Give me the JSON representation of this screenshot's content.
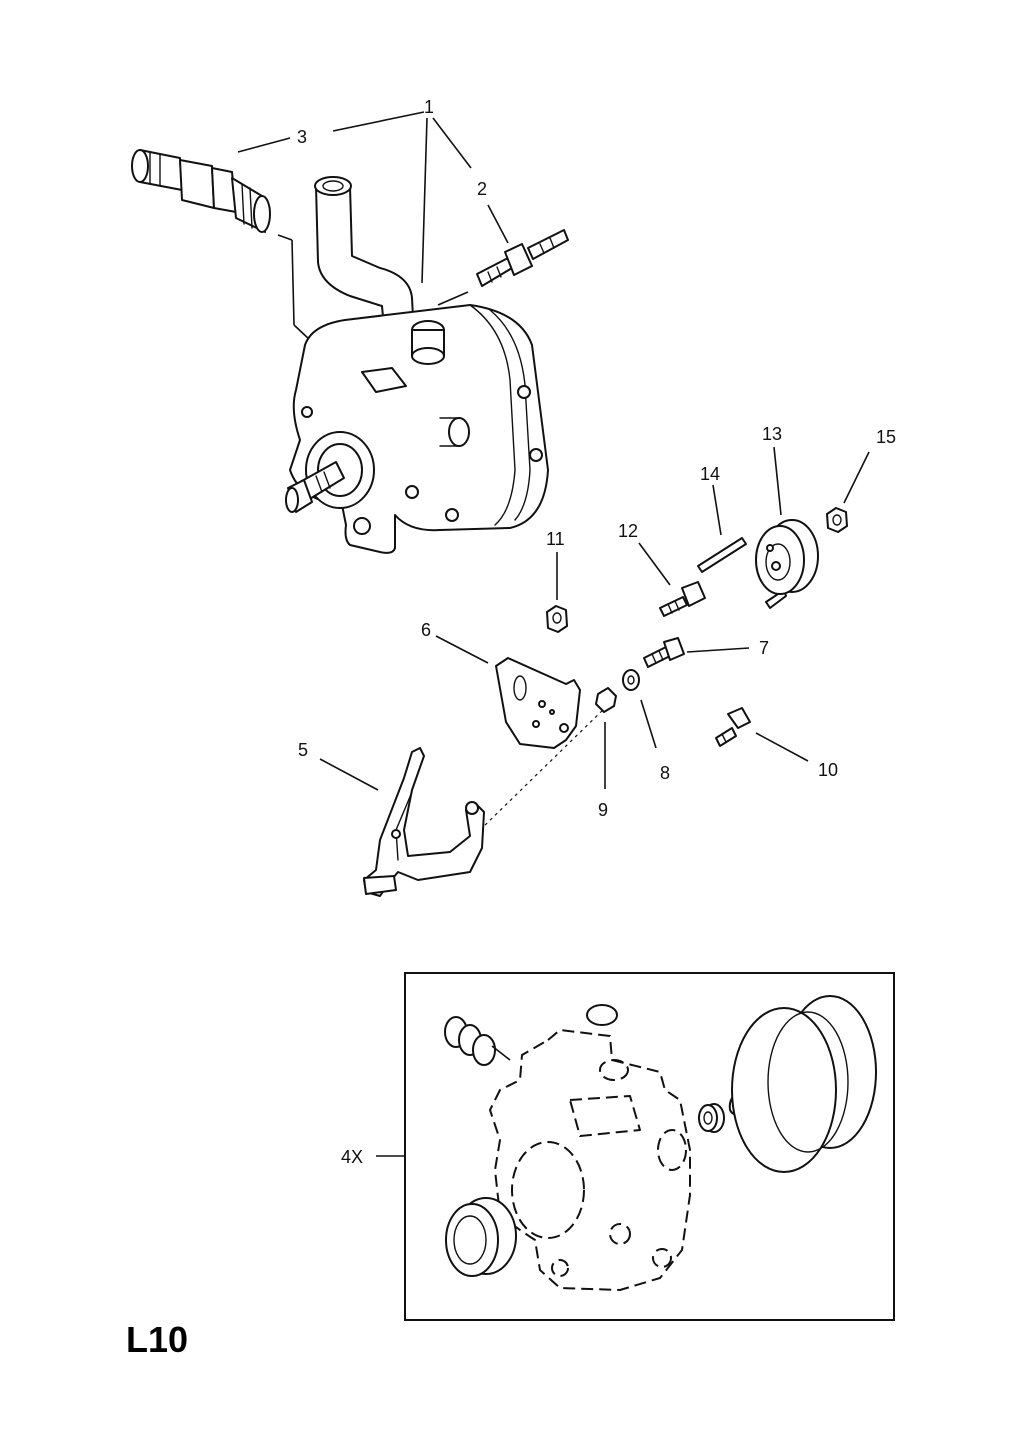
{
  "diagram": {
    "page_code": "L10",
    "callouts": [
      {
        "id": "c1",
        "label": "1"
      },
      {
        "id": "c2",
        "label": "2"
      },
      {
        "id": "c3",
        "label": "3"
      },
      {
        "id": "c5",
        "label": "5"
      },
      {
        "id": "c6",
        "label": "6"
      },
      {
        "id": "c7",
        "label": "7"
      },
      {
        "id": "c8",
        "label": "8"
      },
      {
        "id": "c9",
        "label": "9"
      },
      {
        "id": "c10",
        "label": "10"
      },
      {
        "id": "c11",
        "label": "11"
      },
      {
        "id": "c12",
        "label": "12"
      },
      {
        "id": "c13",
        "label": "13"
      },
      {
        "id": "c14",
        "label": "14"
      },
      {
        "id": "c15",
        "label": "15"
      },
      {
        "id": "c4x",
        "label": "4X"
      }
    ]
  }
}
